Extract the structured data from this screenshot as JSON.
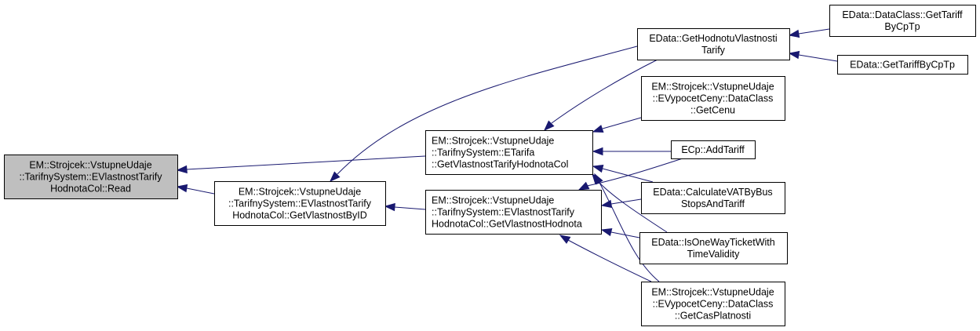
{
  "diagram": {
    "type": "doxygen-caller-graph",
    "edge_color": "#191970",
    "root_fill": "#bfbfbf",
    "nodes": [
      {
        "id": "read",
        "lines": [
          "EM::Strojcek::VstupneUdaje",
          "::TarifnySystem::EVlastnostTarify",
          "HodnotaCol::Read"
        ],
        "root": true,
        "align": "center"
      },
      {
        "id": "getbyid",
        "lines": [
          "EM::Strojcek::VstupneUdaje",
          "::TarifnySystem::EVlastnostTarify",
          "HodnotaCol::GetVlastnostByID"
        ],
        "align": "center"
      },
      {
        "id": "etarifa",
        "lines": [
          "EM::Strojcek::VstupneUdaje",
          "::TarifnySystem::ETarifa",
          "::GetVlastnostTarifyHodnotaCol"
        ],
        "align": "left"
      },
      {
        "id": "gethodnota",
        "lines": [
          "EM::Strojcek::VstupneUdaje",
          "::TarifnySystem::EVlastnostTarify",
          "HodnotaCol::GetVlastnostHodnota"
        ],
        "align": "left"
      },
      {
        "id": "gethodnotu",
        "lines": [
          "EData::GetHodnotuVlastnosti",
          "Tarify"
        ],
        "align": "center"
      },
      {
        "id": "getcenu",
        "lines": [
          "EM::Strojcek::VstupneUdaje",
          "::EVypocetCeny::DataClass",
          "::GetCenu"
        ],
        "align": "center"
      },
      {
        "id": "addtariff",
        "lines": [
          "ECp::AddTariff"
        ],
        "align": "center"
      },
      {
        "id": "calcvat",
        "lines": [
          "EData::CalculateVATByBus",
          "StopsAndTariff"
        ],
        "align": "center"
      },
      {
        "id": "oneway",
        "lines": [
          "EData::IsOneWayTicketWith",
          "TimeValidity"
        ],
        "align": "center"
      },
      {
        "id": "getcas",
        "lines": [
          "EM::Strojcek::VstupneUdaje",
          "::EVypocetCeny::DataClass",
          "::GetCasPlatnosti"
        ],
        "align": "center"
      },
      {
        "id": "dcgettariff",
        "lines": [
          "EData::DataClass::GetTariff",
          "ByCpTp"
        ],
        "align": "center"
      },
      {
        "id": "gettariff",
        "lines": [
          "EData::GetTariffByCpTp"
        ],
        "align": "center"
      }
    ],
    "edges": [
      {
        "from": "etarifa",
        "to": "read"
      },
      {
        "from": "getbyid",
        "to": "read"
      },
      {
        "from": "gethodnotu",
        "to": "getbyid"
      },
      {
        "from": "gethodnota",
        "to": "getbyid"
      },
      {
        "from": "gethodnotu",
        "to": "etarifa"
      },
      {
        "from": "getcenu",
        "to": "etarifa"
      },
      {
        "from": "addtariff",
        "to": "etarifa"
      },
      {
        "from": "calcvat",
        "to": "etarifa"
      },
      {
        "from": "oneway",
        "to": "etarifa"
      },
      {
        "from": "getcas",
        "to": "etarifa"
      },
      {
        "from": "addtariff",
        "to": "gethodnota"
      },
      {
        "from": "calcvat",
        "to": "gethodnota"
      },
      {
        "from": "oneway",
        "to": "gethodnota"
      },
      {
        "from": "getcas",
        "to": "gethodnota"
      },
      {
        "from": "dcgettariff",
        "to": "gethodnotu"
      },
      {
        "from": "gettariff",
        "to": "gethodnotu"
      }
    ]
  }
}
